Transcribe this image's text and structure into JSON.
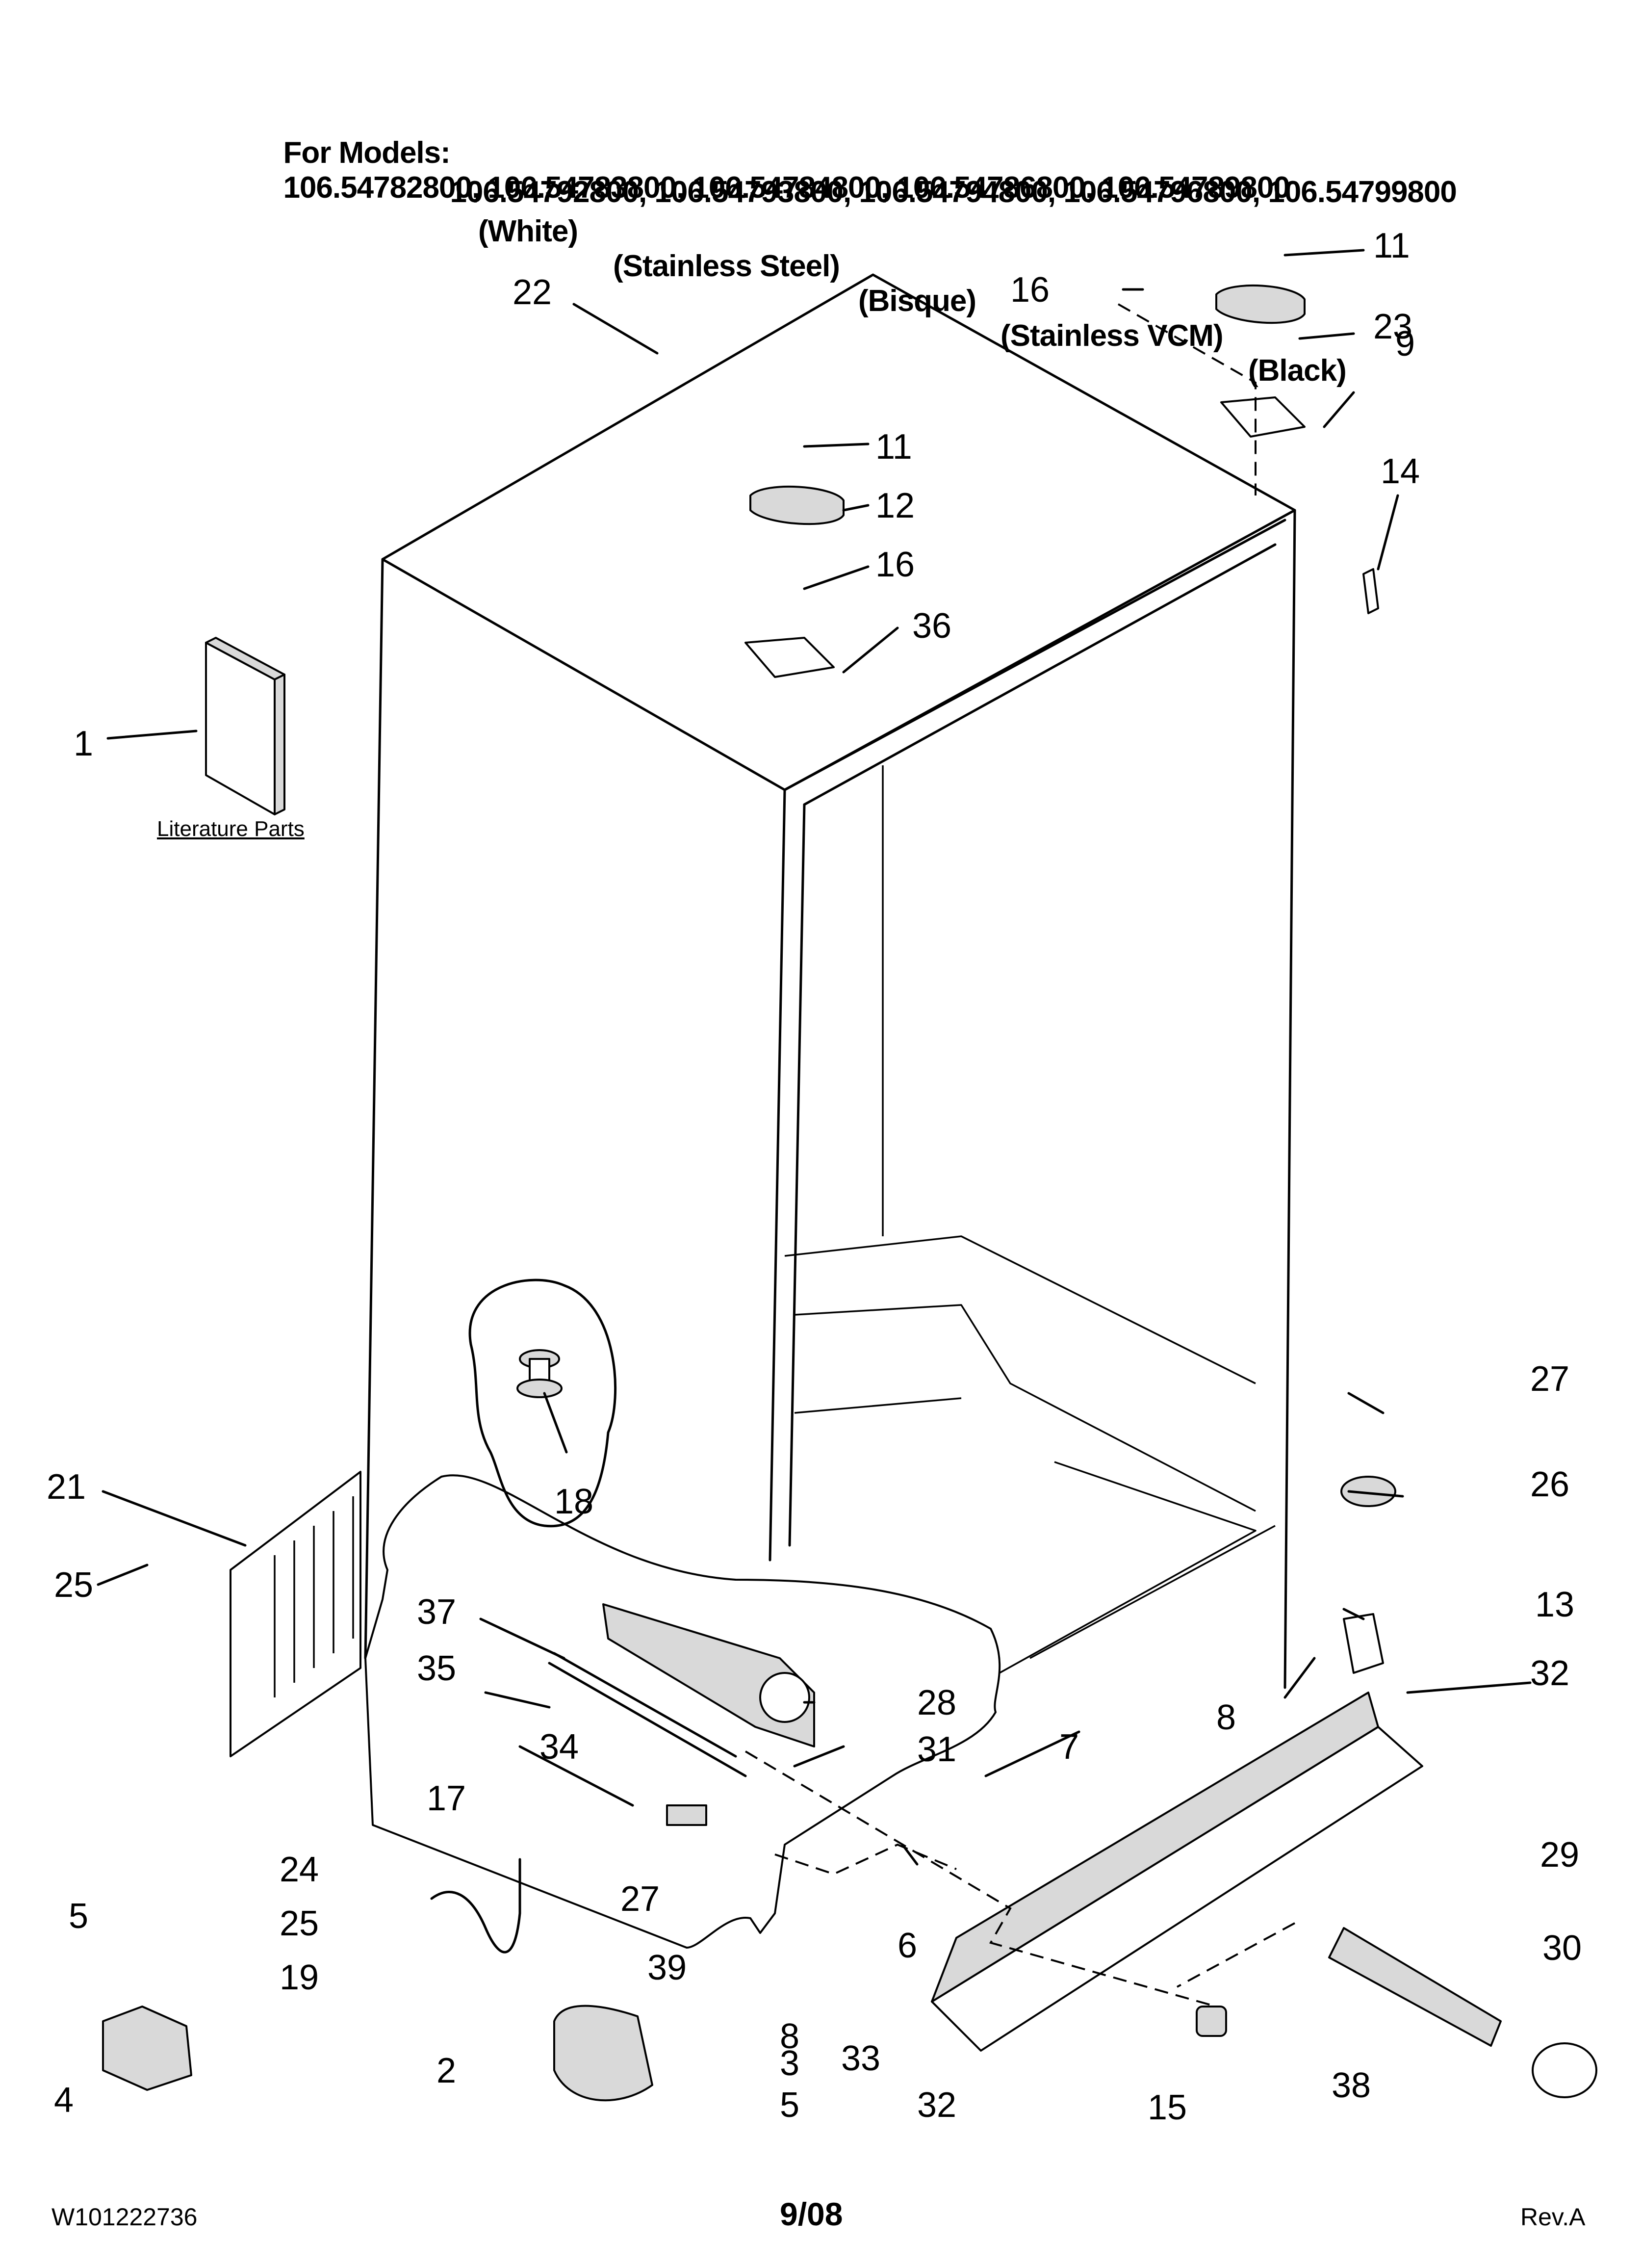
{
  "header": {
    "line1_prefix": "For Models:",
    "line1_models": "106.54782800, 106.54783800, 106.54784800, 106.54786800, 106.54789800",
    "line2_models": "106.54792800, 106.54793800, 106.54794800, 106.54796800, 106.54799800",
    "colors": [
      "(White)",
      "(Stainless Steel)",
      "(Bisque)",
      "(Stainless VCM)",
      "(Black)"
    ]
  },
  "literature_label": "Literature Parts",
  "callouts": [
    "1",
    "2",
    "3",
    "4",
    "5",
    "5",
    "6",
    "7",
    "8",
    "8",
    "9",
    "11",
    "11",
    "12",
    "13",
    "14",
    "15",
    "16",
    "16",
    "17",
    "18",
    "19",
    "21",
    "22",
    "23",
    "24",
    "25",
    "25",
    "26",
    "27",
    "27",
    "28",
    "29",
    "30",
    "31",
    "32",
    "32",
    "33",
    "34",
    "35",
    "36",
    "37",
    "38",
    "39"
  ],
  "footer": {
    "doc_number": "W101222736",
    "date": "9/08",
    "revision": "Rev.A"
  }
}
